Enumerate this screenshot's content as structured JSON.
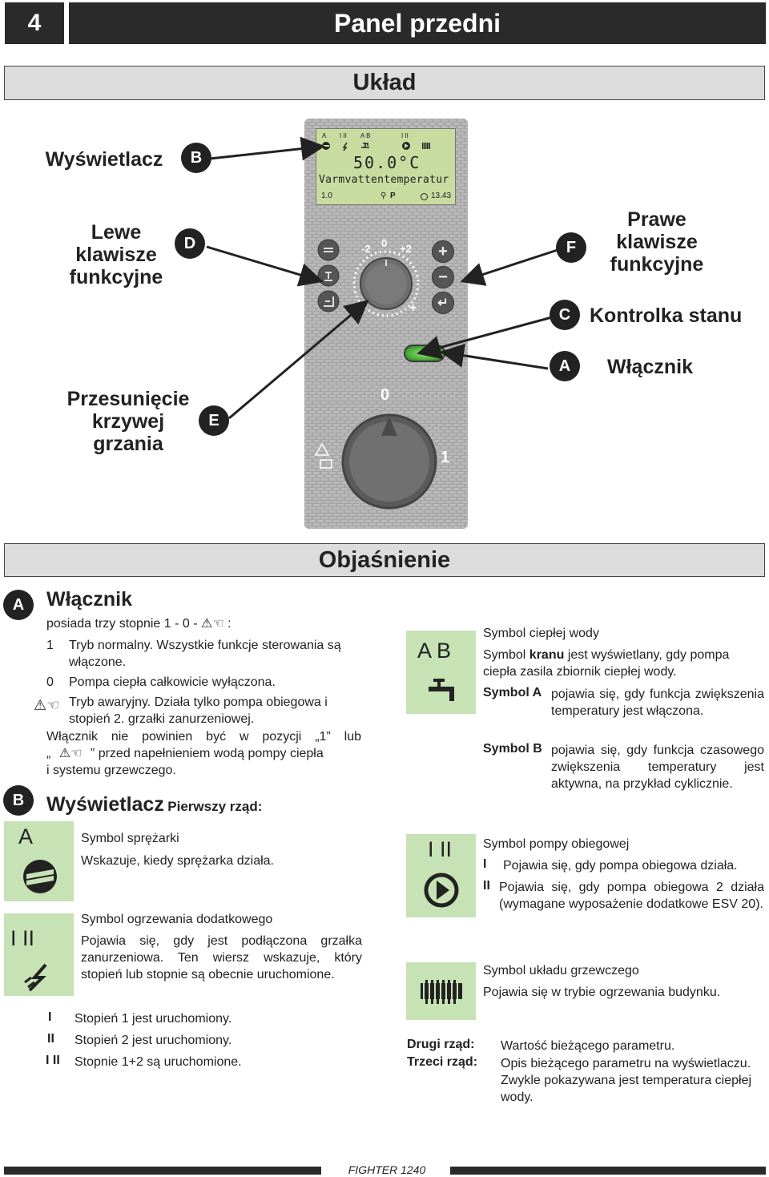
{
  "header": {
    "chapter": "4",
    "title": "Panel przedni"
  },
  "sections": {
    "layout": "Układ",
    "explanation": "Objaśnienie"
  },
  "callouts": {
    "display": {
      "letter": "B",
      "text": "Wyświetlacz"
    },
    "left_keys": {
      "letter": "D",
      "text": "Lewe klawisze funkcyjne"
    },
    "right_keys": {
      "letter": "F",
      "text": "Prawe klawisze funkcyjne"
    },
    "status": {
      "letter": "C",
      "text": "Kontrolka stanu"
    },
    "switch": {
      "letter": "A",
      "text": "Włącznik"
    },
    "curve": {
      "letter": "E",
      "text": "Przesunięcie krzywej grzania"
    }
  },
  "lcd": {
    "top_labels": [
      "A",
      "I II",
      "A B",
      "I II"
    ],
    "temp": "50.0°C",
    "param": "Varmvattentemperatur",
    "left_value": "1.0",
    "mid_value": "P",
    "time": "13.43"
  },
  "dial_labels": {
    "minus2": "-2",
    "zero": "0",
    "plus2": "+2",
    "minus": "-",
    "plus": "+",
    "sw_zero": "0",
    "sw_one": "1"
  },
  "right_buttons": [
    "+",
    "−",
    "↵"
  ],
  "section_a": {
    "letter": "A",
    "title": "Włącznik",
    "intro": "posiada trzy stopnie 1 - 0 -",
    "intro_end": ":",
    "items": [
      {
        "key": "1",
        "text": "Tryb normalny. Wszystkie funkcje sterowania są włączone."
      },
      {
        "key": "0",
        "text": "Pompa ciepła całkowicie wyłączona."
      },
      {
        "key": "",
        "text": "Tryb awaryjny. Działa tylko pompa obiegowa i stopień 2. grzałki zanurzeniowej."
      }
    ],
    "warn_1": "Włącznik nie powinien być w pozycji „1” lub",
    "warn_2": "„",
    "warn_3": "” przed napełnieniem wodą pompy ciepła",
    "warn_4": "i systemu grzewczego."
  },
  "section_b": {
    "letter": "B",
    "title": "Wyświetlacz",
    "subtitle": "Pierwszy rząd:",
    "compressor": {
      "icon_label": "A",
      "title": "Symbol sprężarki",
      "desc": "Wskazuje, kiedy sprężarka działa."
    },
    "heater": {
      "icon_label": "I II",
      "title": "Symbol ogrzewania dodatkowego",
      "desc": "Pojawia się, gdy jest podłączona grzałka zanurzeniowa. Ten wiersz wskazuje, który stopień lub stopnie są obecnie uruchomione."
    },
    "stages": [
      {
        "key": "I",
        "text": "Stopień 1 jest uruchomiony."
      },
      {
        "key": "II",
        "text": "Stopień 2 jest uruchomiony."
      },
      {
        "key": "I II",
        "text": "Stopnie 1+2 są uruchomione."
      }
    ]
  },
  "right_col": {
    "hotwater": {
      "icon_label": "A B",
      "title": "Symbol ciepłej wody",
      "line1_pre": "Symbol ",
      "line1_bold": "kranu",
      "line1_post": " jest wyświetlany, gdy pompa ciepła zasila zbiornik ciepłej wody.",
      "a_key": "Symbol A",
      "a_text": "pojawia się, gdy funkcja zwiększenia temperatury jest włączona.",
      "b_key": "Symbol B",
      "b_text": "pojawia się, gdy funkcja czasowego zwiększenia temperatury jest aktywna, na przykład cyklicznie."
    },
    "pump": {
      "icon_label": "I II",
      "title": "Symbol pompy obiegowej",
      "i_key": "I",
      "i_text": "Pojawia się, gdy pompa obiegowa działa.",
      "ii_key": "II",
      "ii_text": "Pojawia się, gdy pompa obiegowa 2 działa (wymagane wyposażenie dodatkowe ESV 20)."
    },
    "heating": {
      "title": "Symbol układu grzewczego",
      "desc": "Pojawia się w trybie ogrzewania budynku."
    },
    "rows": [
      {
        "key": "Drugi rząd:",
        "text": "Wartość bieżącego parametru."
      },
      {
        "key": "Trzeci rząd:",
        "text": "Opis bieżącego parametru na wyświetlaczu. Zwykle pokazywana jest temperatura ciepłej wody."
      }
    ]
  },
  "footer": {
    "model": "FIGHTER 1240"
  }
}
